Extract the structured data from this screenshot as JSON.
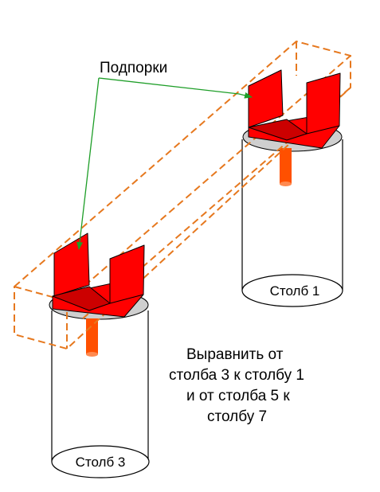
{
  "callout": {
    "label": "Подпорки"
  },
  "posts": [
    {
      "label": "Столб 1"
    },
    {
      "label": "Столб 3"
    }
  ],
  "instruction": {
    "lines": [
      "Выравнить от",
      "столба 3 к столбу 1",
      "и от столба 5 к",
      "столбу 7"
    ]
  },
  "colors": {
    "beam_outline": "#E6781E",
    "support": "#FF0000",
    "rod": "#FF5000",
    "leader": "#1E9E28",
    "outline": "#000000",
    "post_top": "#CFCFCF"
  }
}
